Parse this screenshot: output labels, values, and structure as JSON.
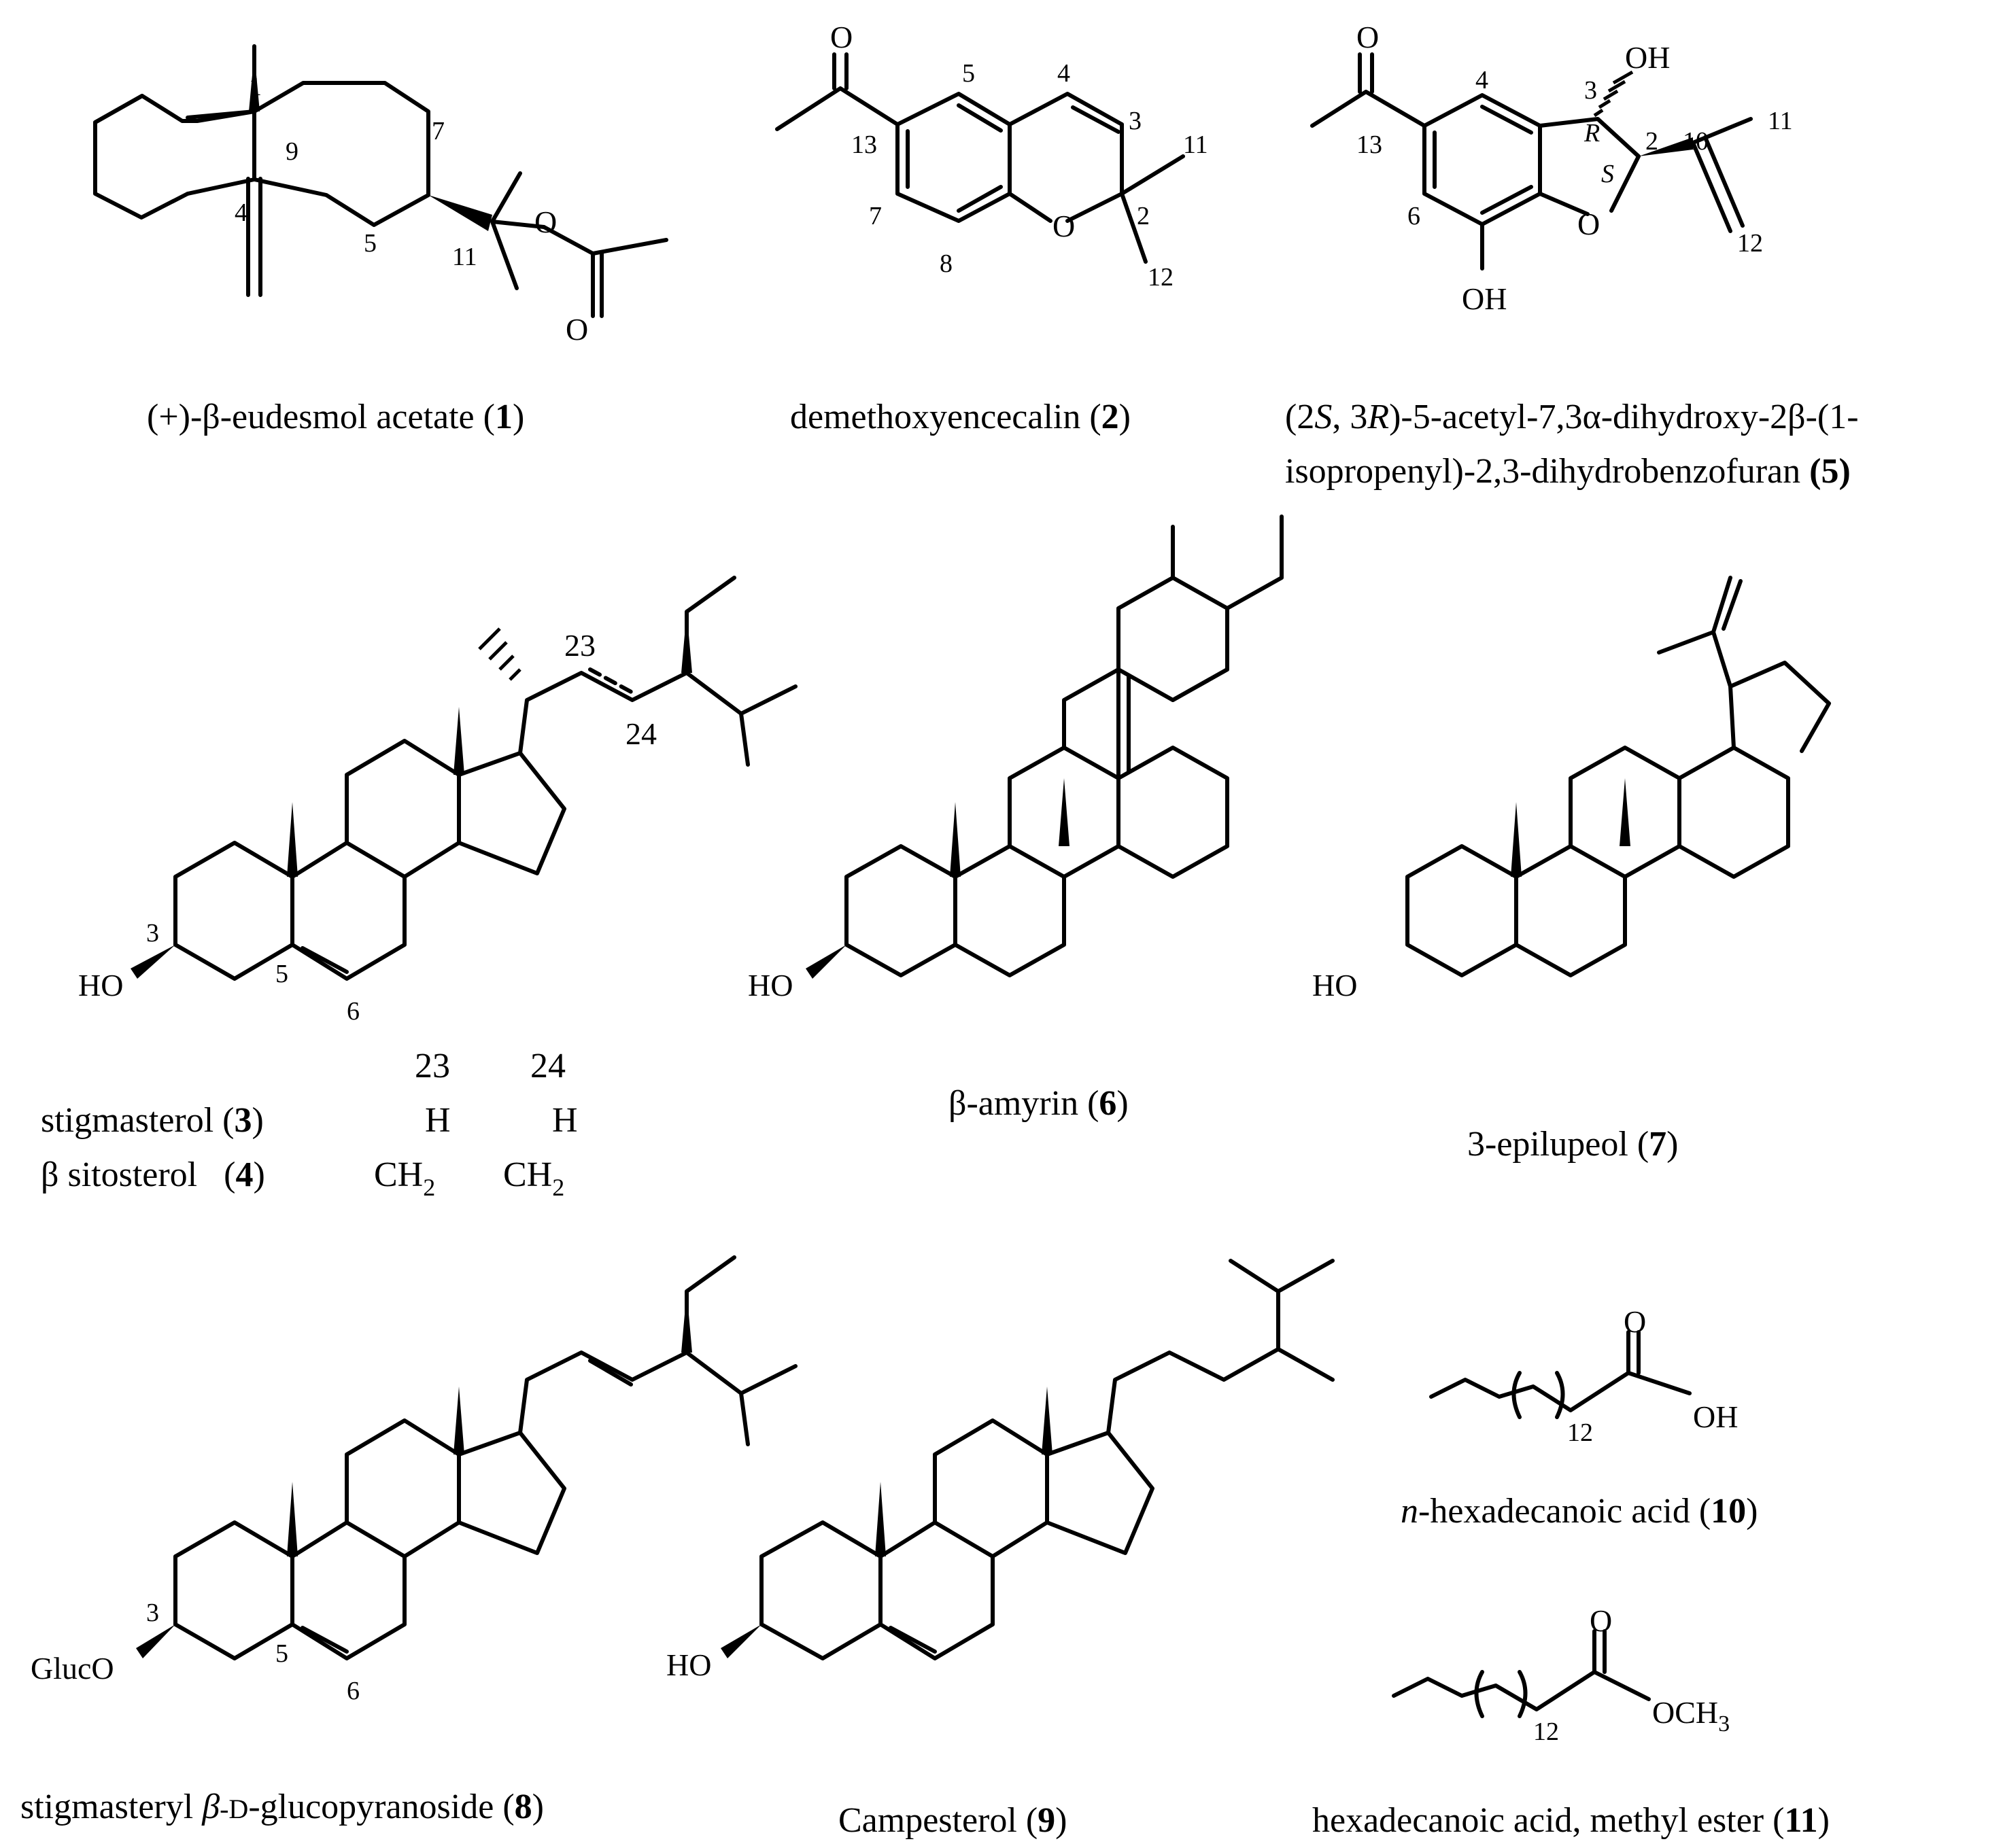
{
  "figure": {
    "compounds": [
      {
        "id": "1",
        "caption": "(+)-β-eudesmol acetate (1)",
        "caption_parts": [
          "(+)-β-eudesmol acetate (",
          "1",
          ")"
        ],
        "atom_numbers": [
          "1",
          "9",
          "7",
          "4",
          "5",
          "11"
        ],
        "atoms": [
          "O",
          "O"
        ]
      },
      {
        "id": "2",
        "caption": "demethoxyencecalin (2)",
        "caption_parts": [
          "demethoxyencecalin (",
          "2",
          ")"
        ],
        "atom_numbers": [
          "5",
          "4",
          "3",
          "11",
          "13",
          "7",
          "8",
          "2",
          "12"
        ],
        "atoms": [
          "O",
          "O"
        ]
      },
      {
        "id": "5",
        "caption_line1": "(2S, 3R)-5-acetyl-7,3α-dihydroxy-2β-(1-",
        "caption_line1_parts": [
          "(2",
          "S",
          ", 3",
          "R",
          ")-5-acetyl-7,3α-dihydroxy-2β-(1-"
        ],
        "caption_line2_parts": [
          "isopropenyl)-2,3-dihydrobenzofuran ",
          "(5)"
        ],
        "atom_numbers": [
          "4",
          "3",
          "2",
          "10",
          "11",
          "13",
          "6",
          "12"
        ],
        "stereo_labels": [
          "R",
          "S"
        ],
        "atoms": [
          "O",
          "OH",
          "O",
          "OH"
        ]
      },
      {
        "id": "3-4",
        "atom_numbers": [
          "23",
          "24",
          "3",
          "5",
          "6"
        ],
        "atoms": [
          "HO"
        ],
        "table": {
          "headers": [
            "23",
            "24"
          ],
          "rows": [
            {
              "name_parts": [
                "stigmasterol (",
                "3",
                ")"
              ],
              "c23": "H",
              "c24": "H"
            },
            {
              "name_parts": [
                "β sitosterol   (",
                "4",
                ")"
              ],
              "c23": "CH",
              "c24": "CH",
              "sub": "2"
            }
          ]
        }
      },
      {
        "id": "6",
        "caption_parts": [
          "β-amyrin (",
          "6",
          ")"
        ],
        "atoms": [
          "HO"
        ]
      },
      {
        "id": "7",
        "caption_parts": [
          "3-epilupeol (",
          "7",
          ")"
        ],
        "atoms": [
          "HO"
        ]
      },
      {
        "id": "8",
        "caption_parts": [
          "stigmasteryl ",
          "β",
          "-",
          "D",
          "-glucopyranoside (",
          "8",
          ")"
        ],
        "atom_numbers": [
          "3",
          "5",
          "6"
        ],
        "atoms": [
          "GlucO"
        ]
      },
      {
        "id": "9",
        "caption_parts": [
          "Campesterol (",
          "9",
          ")"
        ],
        "atoms": [
          "HO"
        ]
      },
      {
        "id": "10",
        "caption_parts": [
          "n",
          "-hexadecanoic acid (",
          "10",
          ")"
        ],
        "repeat": "12",
        "atoms": [
          "O",
          "OH"
        ]
      },
      {
        "id": "11",
        "caption_parts": [
          "hexadecanoic acid, methyl ester (",
          "11",
          ")"
        ],
        "repeat": "12",
        "atoms": [
          "O",
          "OCH",
          "3"
        ]
      }
    ]
  }
}
